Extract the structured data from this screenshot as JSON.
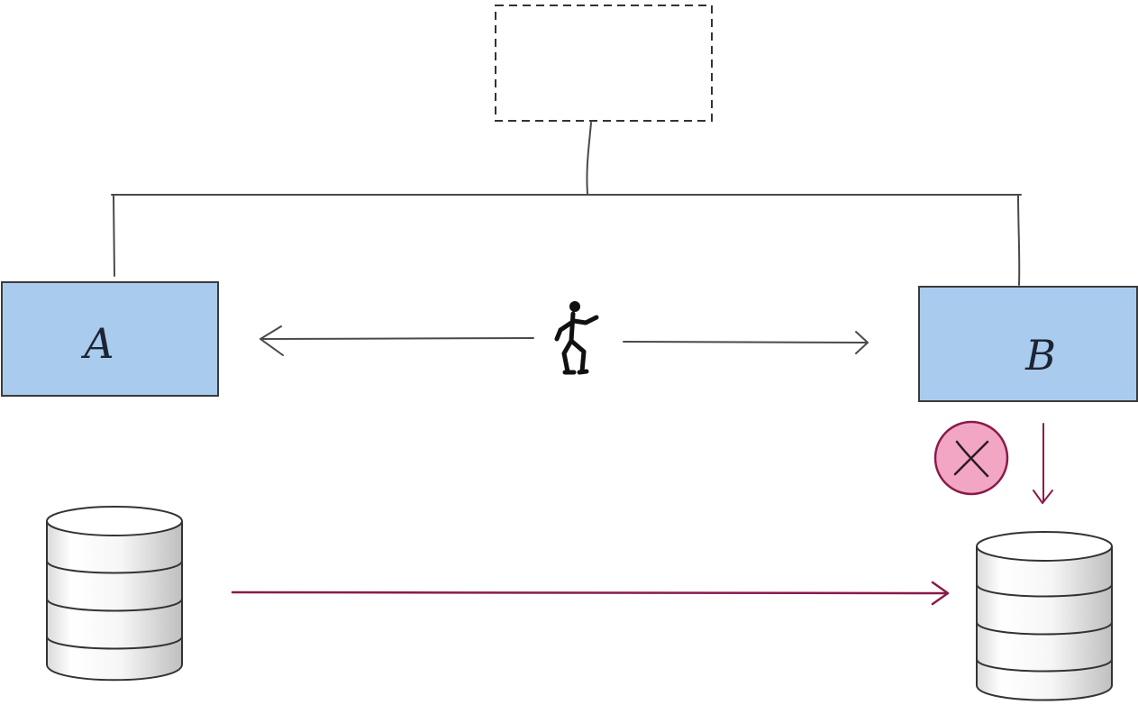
{
  "server_a": {
    "label": "A"
  },
  "server_b": {
    "label": "B"
  },
  "status": {
    "blocked": true
  },
  "colors": {
    "server_fill": "#a9cbee",
    "server_stroke": "#3b3b3b",
    "line": "#4a4a4a",
    "replication_arrow": "#8a1a4a",
    "blocked_badge_fill": "#f2a6c4",
    "blocked_badge_stroke": "#8a1a4a"
  },
  "icons": {
    "top_box": "dashed-rectangle",
    "person": "walking-person-icon",
    "database": "database-cylinder-icon",
    "blocked": "x-circle-icon"
  }
}
